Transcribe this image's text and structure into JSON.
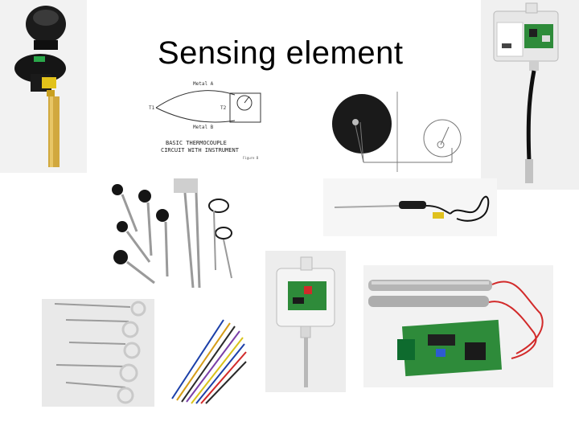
{
  "slide": {
    "title": "Sensing element"
  },
  "diagram": {
    "metal_a": "Metal A",
    "metal_b": "Metal B",
    "t1": "T1",
    "t2": "T2",
    "caption_line1": "BASIC THERMOCOUPLE",
    "caption_line2": "CIRCUIT WITH INSTRUMENT",
    "figure_ref": "Figure B"
  },
  "colors": {
    "background": "#ffffff",
    "board_green": "#2e8b3a",
    "wire_red": "#d22a2a",
    "probe_steel": "#b8b8b8",
    "knob_black": "#151515"
  }
}
